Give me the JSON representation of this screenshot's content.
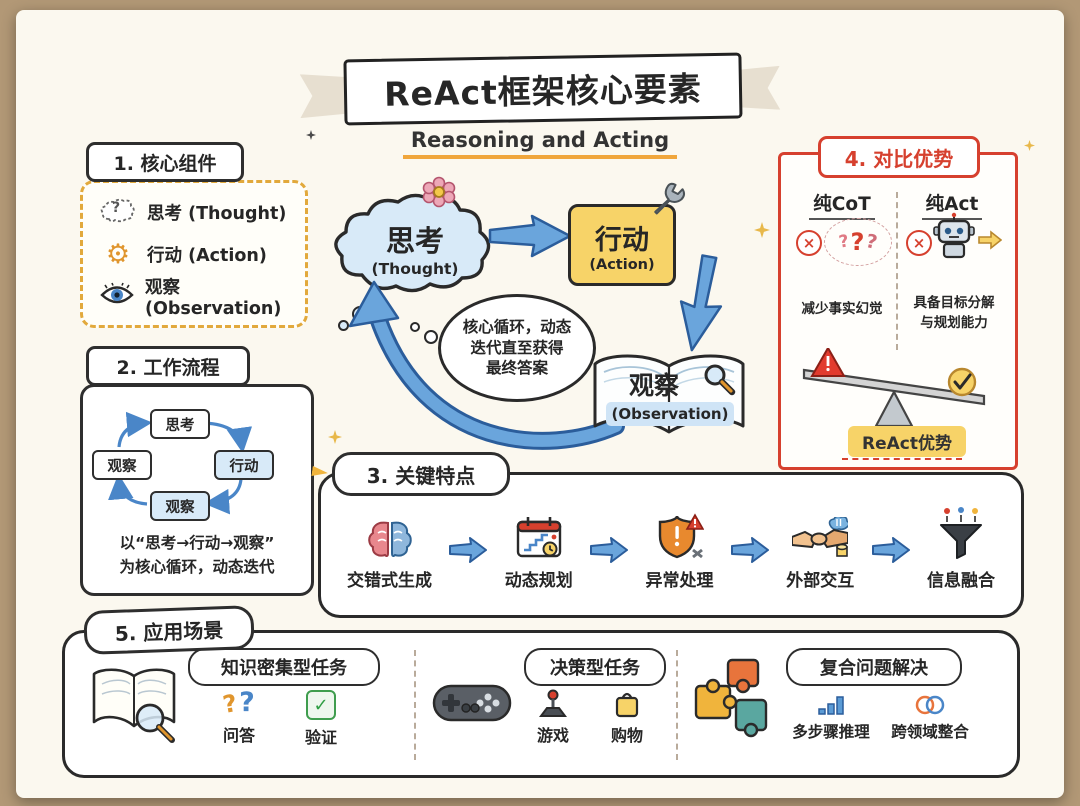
{
  "banner": {
    "title": "ReAct框架核心要素",
    "subtitle": "Reasoning and Acting"
  },
  "icons": {
    "gear": "⚙",
    "question": "?",
    "cross": "×",
    "check": "✓",
    "qa": [
      "?",
      "?"
    ],
    "qmarks": [
      "?",
      "?",
      "?"
    ]
  },
  "components": {
    "heading": "1. 核心组件",
    "items": [
      {
        "icon": "thought-cloud-icon",
        "label": "思考 (Thought)"
      },
      {
        "icon": "action-gear-icon",
        "label": "行动 (Action)"
      },
      {
        "icon": "observe-eye-icon",
        "label": "观察 (Observation)"
      }
    ]
  },
  "workflow": {
    "heading": "2. 工作流程",
    "nodes": {
      "top": "思考",
      "right": "行动",
      "bottom": "观察",
      "left": "观察"
    },
    "caption1": "以“思考→行动→观察”",
    "caption2": "为核心循环，动态迭代"
  },
  "cycle": {
    "thought": {
      "label": "思考",
      "sub": "(Thought)"
    },
    "action": {
      "label": "行动",
      "sub": "(Action)"
    },
    "observation": {
      "label": "观察",
      "sub": "(Observation)"
    },
    "bubble": [
      "核心循环，动态",
      "迭代直至获得",
      "最终答案"
    ]
  },
  "comparison": {
    "heading": "4. 对比优势",
    "cot": {
      "title": "纯CoT",
      "note": "减少事实幻觉"
    },
    "act": {
      "title": "纯Act",
      "note1": "具备目标分解",
      "note2": "与规划能力"
    },
    "badge": "ReAct优势"
  },
  "features": {
    "heading": "3. 关键特点",
    "items": [
      {
        "icon": "brain-icon",
        "label": "交错式生成"
      },
      {
        "icon": "calendar-icon",
        "label": "动态规划"
      },
      {
        "icon": "shield-icon",
        "label": "异常处理"
      },
      {
        "icon": "handshake-icon",
        "label": "外部交互"
      },
      {
        "icon": "funnel-icon",
        "label": "信息融合"
      }
    ]
  },
  "scenarios": {
    "heading": "5. 应用场景",
    "groups": [
      {
        "icon": "book-magnifier-icon",
        "title": "知识密集型任务",
        "items": [
          {
            "icon": "question-marks-icon",
            "label": "问答"
          },
          {
            "icon": "check-icon",
            "label": "验证"
          }
        ]
      },
      {
        "icon": "gamepad-icon",
        "title": "决策型任务",
        "items": [
          {
            "icon": "joystick-icon",
            "label": "游戏"
          },
          {
            "icon": "shopping-bag-icon",
            "label": "购物"
          }
        ]
      },
      {
        "icon": "puzzle-icon",
        "title": "复合问题解决",
        "items": [
          {
            "icon": "steps-icon",
            "label": "多步骤推理"
          },
          {
            "icon": "overlap-circles-icon",
            "label": "跨领域整合"
          }
        ]
      }
    ]
  },
  "colors": {
    "accent_blue": "#6aa5dc",
    "accent_yellow": "#f7d368",
    "accent_red": "#d6402e",
    "ink": "#2a2a2a",
    "paper": "#fbf8ef",
    "desk": "#b29876"
  }
}
